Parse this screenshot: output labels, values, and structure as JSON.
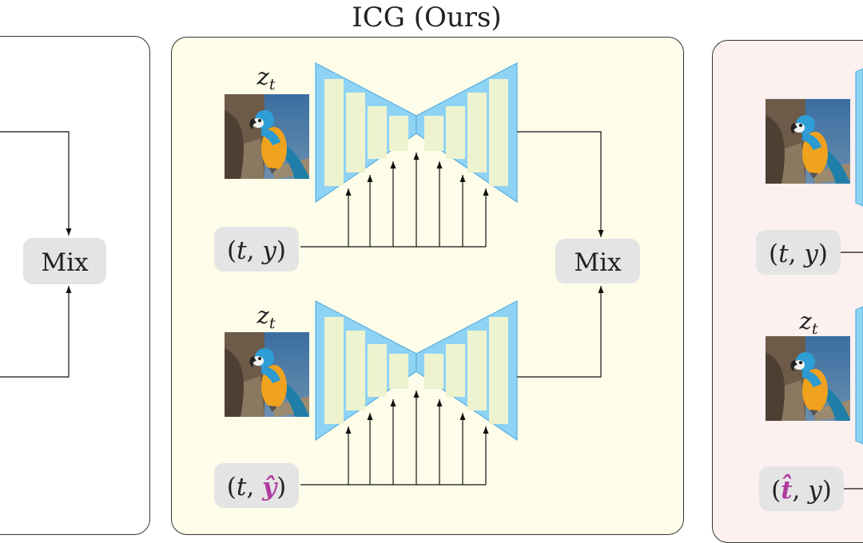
{
  "title": "ICG (Ours)",
  "labels": {
    "mix": "Mix",
    "latent": "z",
    "latent_sub": "t",
    "cond_t": "t",
    "cond_y": "y",
    "cond_y_hat": "ŷ",
    "cond_t_hat": "t̂"
  },
  "colors": {
    "panel_center_bg": "#fdfde9",
    "panel_right_bg": "#fdf0f0",
    "unet_outer": "#8fd3f4",
    "unet_bar": "#eef3cf",
    "label_box": "#e4e4e4",
    "highlight": "#b03ca0"
  }
}
